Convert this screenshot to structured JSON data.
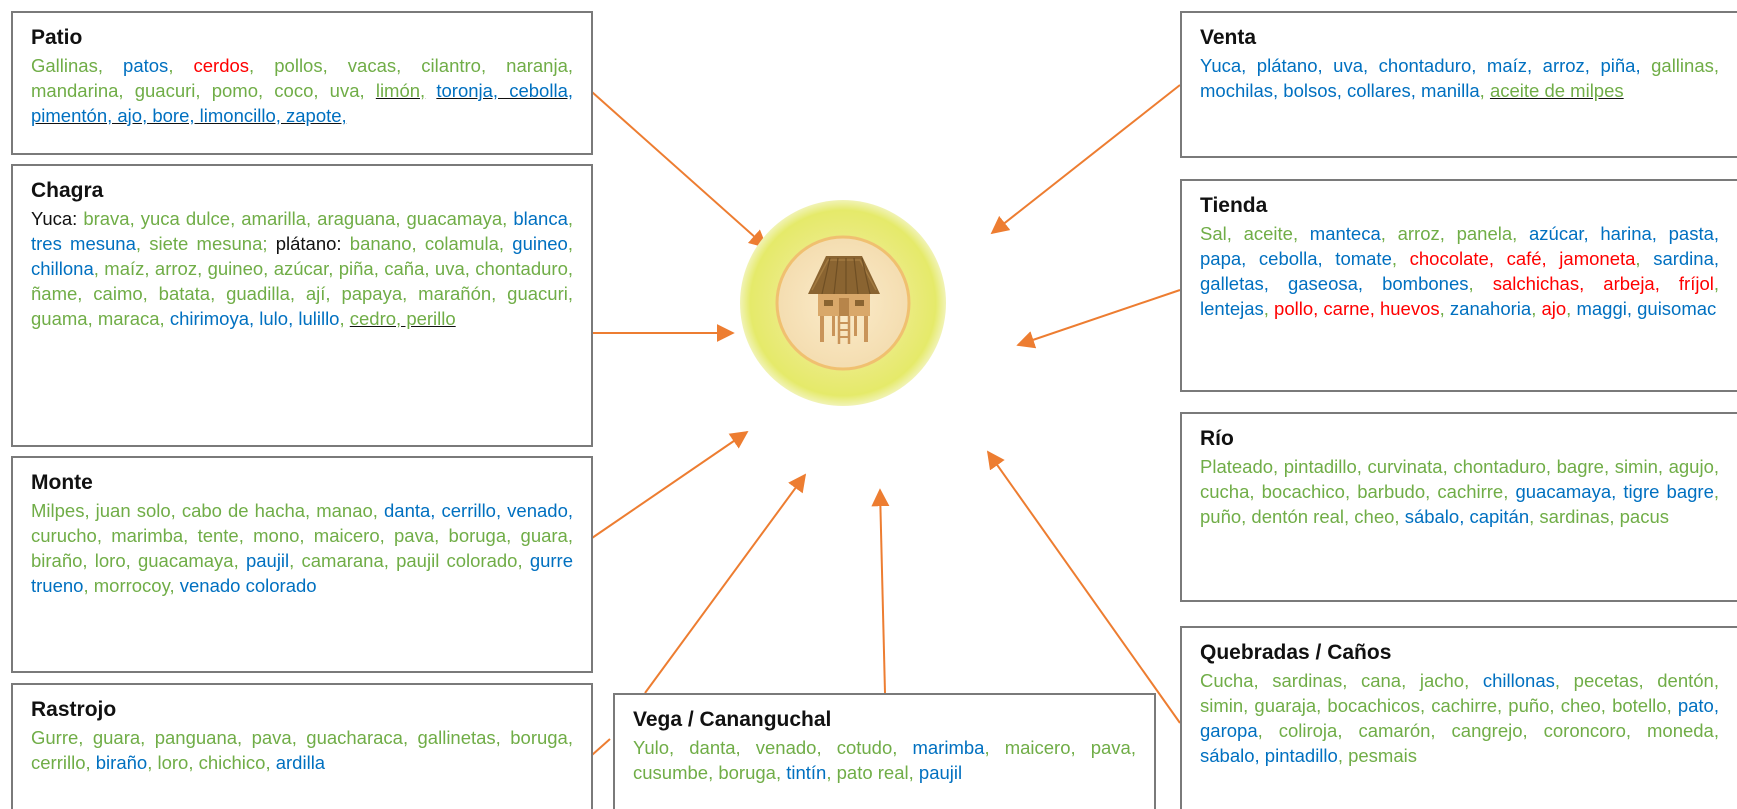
{
  "colors": {
    "green": "#70ad47",
    "blue": "#0070c0",
    "red": "#ff0000",
    "black": "#111111",
    "arrow": "#ed7d31",
    "border": "#7a7a7a"
  },
  "center_icon": "house-on-stilts-icon",
  "boxes": [
    {
      "key": "patio",
      "title": "Patio",
      "items": [
        {
          "t": "Gallinas",
          "c": "g"
        },
        {
          "t": ", ",
          "c": "g"
        },
        {
          "t": "patos",
          "c": "b"
        },
        {
          "t": ", ",
          "c": "g"
        },
        {
          "t": "cerdos",
          "c": "r"
        },
        {
          "t": ", ",
          "c": "g"
        },
        {
          "t": "pollos, vacas, cilantro, naranja, mandarina, guacuri, pomo, coco, uva, ",
          "c": "g"
        },
        {
          "t": "limón,",
          "c": "g",
          "u": true
        },
        {
          "t": " ",
          "c": "g"
        },
        {
          "t": "toronja, cebolla, pimentón, ajo, bore, limoncillo, zapote,",
          "c": "b",
          "u": true
        }
      ]
    },
    {
      "key": "chagra",
      "title": "Chagra",
      "items": [
        {
          "t": "Yuca: ",
          "c": "k"
        },
        {
          "t": "brava, yuca dulce, amarilla, araguana, guacamaya, ",
          "c": "g"
        },
        {
          "t": "blanca",
          "c": "b"
        },
        {
          "t": ", ",
          "c": "g"
        },
        {
          "t": "tres mesuna",
          "c": "b"
        },
        {
          "t": ", siete mesuna; ",
          "c": "g"
        },
        {
          "t": "plátano: ",
          "c": "k"
        },
        {
          "t": "banano, colamula, ",
          "c": "g"
        },
        {
          "t": "guineo",
          "c": "b"
        },
        {
          "t": ", ",
          "c": "g"
        },
        {
          "t": "chillona",
          "c": "b"
        },
        {
          "t": ", maíz, arroz, guineo, azúcar, piña, caña, uva, chontaduro, ñame, caimo, batata, guadilla, ají, papaya, marañón, guacuri, guama, maraca, ",
          "c": "g"
        },
        {
          "t": "chirimoya, lulo, lulillo",
          "c": "b"
        },
        {
          "t": ", ",
          "c": "g"
        },
        {
          "t": "cedro, perillo",
          "c": "g",
          "u": true
        }
      ]
    },
    {
      "key": "monte",
      "title": "Monte",
      "items": [
        {
          "t": "Milpes, juan solo, cabo de hacha, manao, ",
          "c": "g"
        },
        {
          "t": "danta, cerrillo, venado,",
          "c": "b"
        },
        {
          "t": " curucho, marimba, tente, mono, maicero, pava, boruga, guara, biraño, loro, guacamaya, ",
          "c": "g"
        },
        {
          "t": "paujil",
          "c": "b"
        },
        {
          "t": ", camarana, paujil colorado, ",
          "c": "g"
        },
        {
          "t": "gurre trueno",
          "c": "b"
        },
        {
          "t": ", morrocoy, ",
          "c": "g"
        },
        {
          "t": "venado colorado",
          "c": "b"
        }
      ]
    },
    {
      "key": "rastrojo",
      "title": "Rastrojo",
      "items": [
        {
          "t": "Gurre, guara, panguana, pava, guacharaca, gallinetas, boruga, cerrillo, ",
          "c": "g"
        },
        {
          "t": "biraño",
          "c": "b"
        },
        {
          "t": ", loro, chichico, ",
          "c": "g"
        },
        {
          "t": "ardilla",
          "c": "b"
        }
      ]
    },
    {
      "key": "vega",
      "title": "Vega / Cananguchal",
      "items": [
        {
          "t": "Yulo, danta, venado, cotudo, ",
          "c": "g"
        },
        {
          "t": "marimba",
          "c": "b"
        },
        {
          "t": ", maicero, pava, cusumbe, boruga, ",
          "c": "g"
        },
        {
          "t": "tintín",
          "c": "b"
        },
        {
          "t": ", pato real, ",
          "c": "g"
        },
        {
          "t": "paujil",
          "c": "b"
        }
      ]
    },
    {
      "key": "venta",
      "title": "Venta",
      "items": [
        {
          "t": "Yuca, plátano, uva, chontaduro, maíz, arroz, piña,",
          "c": "b"
        },
        {
          "t": " gallinas, ",
          "c": "g"
        },
        {
          "t": "mochilas, bolsos, collares, manilla",
          "c": "b"
        },
        {
          "t": ", ",
          "c": "g"
        },
        {
          "t": "aceite de milpes",
          "c": "g",
          "u": true
        }
      ]
    },
    {
      "key": "tienda",
      "title": "Tienda",
      "items": [
        {
          "t": "Sal, aceite, ",
          "c": "g"
        },
        {
          "t": "manteca",
          "c": "b"
        },
        {
          "t": ", arroz, panela, ",
          "c": "g"
        },
        {
          "t": "azúcar, harina, pasta, papa, cebolla, tomate",
          "c": "b"
        },
        {
          "t": ", ",
          "c": "g"
        },
        {
          "t": "chocolate, café, jamoneta",
          "c": "r"
        },
        {
          "t": ", ",
          "c": "g"
        },
        {
          "t": "sardina, galletas, gaseosa, bombones",
          "c": "b"
        },
        {
          "t": ", ",
          "c": "g"
        },
        {
          "t": "salchichas, arbeja, fríjol",
          "c": "r"
        },
        {
          "t": ", ",
          "c": "g"
        },
        {
          "t": "lentejas",
          "c": "b"
        },
        {
          "t": ", ",
          "c": "g"
        },
        {
          "t": "pollo, carne, huevos",
          "c": "r"
        },
        {
          "t": ", ",
          "c": "g"
        },
        {
          "t": "zanahoria",
          "c": "b"
        },
        {
          "t": ", ",
          "c": "g"
        },
        {
          "t": "ajo",
          "c": "r"
        },
        {
          "t": ", ",
          "c": "g"
        },
        {
          "t": "maggi, guisomac",
          "c": "b"
        }
      ]
    },
    {
      "key": "rio",
      "title": "Río",
      "items": [
        {
          "t": "Plateado, pintadillo, curvinata, chontaduro, bagre, simin, agujo, cucha, bocachico, barbudo, cachirre, ",
          "c": "g"
        },
        {
          "t": "guacamaya, tigre bagre",
          "c": "b"
        },
        {
          "t": ", puño, dentón real, cheo, ",
          "c": "g"
        },
        {
          "t": "sábalo, capitán",
          "c": "b"
        },
        {
          "t": ", sardinas, pacus",
          "c": "g"
        }
      ]
    },
    {
      "key": "quebradas",
      "title": "Quebradas / Caños",
      "items": [
        {
          "t": "Cucha, sardinas, cana, jacho, ",
          "c": "g"
        },
        {
          "t": "chillonas",
          "c": "b"
        },
        {
          "t": ", pecetas, dentón, simin, guaraja, bocachicos, cachirre, puño, cheo, botello, ",
          "c": "g"
        },
        {
          "t": "pato, garopa",
          "c": "b"
        },
        {
          "t": ", coliroja, camarón, cangrejo, coroncoro, moneda, ",
          "c": "g"
        },
        {
          "t": "sábalo, pintadillo",
          "c": "b"
        },
        {
          "t": ", pesmais",
          "c": "g"
        }
      ]
    }
  ]
}
